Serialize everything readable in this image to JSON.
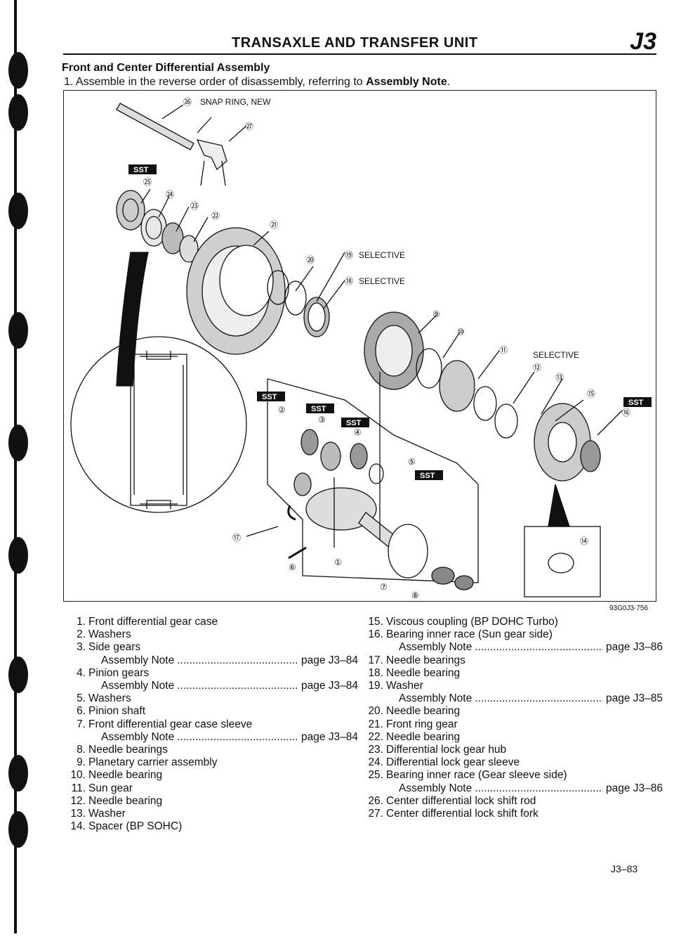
{
  "header": {
    "title": "TRANSAXLE AND TRANSFER UNIT",
    "code": "J3"
  },
  "section": {
    "title": "Front and Center Differential Assembly",
    "intro_prefix": "1. Assemble in the reverse order of disassembly, referring to ",
    "intro_bold": "Assembly Note",
    "intro_suffix": "."
  },
  "figure": {
    "code": "93G0J3-756",
    "sst_label": "SST",
    "callouts": {
      "c1": "①",
      "c2": "②",
      "c3": "③",
      "c4": "④",
      "c5": "⑤",
      "c6": "⑥",
      "c7": "⑦",
      "c8": "⑧",
      "c9": "⑨",
      "c10": "⑩",
      "c11": "⑪",
      "c12": "⑫",
      "c13": "⑬",
      "c14": "⑭",
      "c15": "⑮",
      "c16": "⑯",
      "c17": "⑰",
      "c18": "⑱",
      "c19": "⑲",
      "c20": "⑳",
      "c21": "㉑",
      "c22": "㉒",
      "c23": "㉓",
      "c24": "㉔",
      "c25": "㉕",
      "c26": "㉖",
      "c27": "㉗"
    },
    "annotations": {
      "snap_ring": "SNAP RING, NEW",
      "sel19": "SELECTIVE",
      "sel18": "SELECTIVE",
      "sel11": "SELECTIVE"
    }
  },
  "legend_left": [
    {
      "num": "1.",
      "text": "Front differential gear case"
    },
    {
      "num": "2.",
      "text": "Washers"
    },
    {
      "num": "3.",
      "text": "Side gears",
      "note": "Assembly Note",
      "page": "page J3–84"
    },
    {
      "num": "4.",
      "text": "Pinion gears",
      "note": "Assembly Note",
      "page": "page J3–84"
    },
    {
      "num": "5.",
      "text": "Washers"
    },
    {
      "num": "6.",
      "text": "Pinion shaft"
    },
    {
      "num": "7.",
      "text": "Front differential gear case sleeve",
      "note": "Assembly Note",
      "page": "page J3–84"
    },
    {
      "num": "8.",
      "text": "Needle bearings"
    },
    {
      "num": "9.",
      "text": "Planetary carrier assembly"
    },
    {
      "num": "10.",
      "text": "Needle bearing"
    },
    {
      "num": "11.",
      "text": "Sun gear"
    },
    {
      "num": "12.",
      "text": "Needle bearing"
    },
    {
      "num": "13.",
      "text": "Washer"
    },
    {
      "num": "14.",
      "text": "Spacer (BP SOHC)"
    }
  ],
  "legend_right": [
    {
      "num": "15.",
      "text": "Viscous coupling (BP DOHC Turbo)"
    },
    {
      "num": "16.",
      "text": "Bearing inner race (Sun gear side)",
      "note": "Assembly Note",
      "page": "page J3–86"
    },
    {
      "num": "17.",
      "text": "Needle bearings"
    },
    {
      "num": "18.",
      "text": "Needle bearing"
    },
    {
      "num": "19.",
      "text": "Washer",
      "note": "Assembly Note",
      "page": "page J3–85"
    },
    {
      "num": "20.",
      "text": "Needle bearing"
    },
    {
      "num": "21.",
      "text": "Front ring gear"
    },
    {
      "num": "22.",
      "text": "Needle bearing"
    },
    {
      "num": "23.",
      "text": "Differential lock gear hub"
    },
    {
      "num": "24.",
      "text": "Differential lock gear sleeve"
    },
    {
      "num": "25.",
      "text": "Bearing inner race (Gear sleeve side)",
      "note": "Assembly Note",
      "page": "page J3–86"
    },
    {
      "num": "26.",
      "text": "Center differential lock shift rod"
    },
    {
      "num": "27.",
      "text": "Center differential lock shift fork"
    }
  ],
  "footer": {
    "page_number": "J3–83"
  }
}
